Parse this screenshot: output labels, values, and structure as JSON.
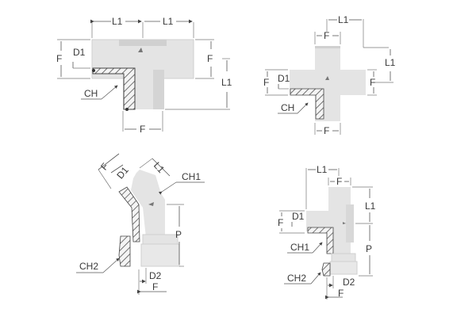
{
  "colors": {
    "body_fill": "#e4e4e4",
    "body_shade": "#d2d2d2",
    "hatch": "#555555",
    "dim_line": "#555555",
    "text": "#3a3a3a",
    "background": "#ffffff"
  },
  "figures": [
    {
      "id": "tee",
      "labels": {
        "l1_left": "L1",
        "l1_right": "L1",
        "f_left": "F",
        "d1": "D1",
        "f_right": "F",
        "l1_vert": "L1",
        "ch": "CH",
        "f_bottom": "F"
      }
    },
    {
      "id": "cross",
      "labels": {
        "l1_top": "L1",
        "f_top": "F",
        "l1_vert": "L1",
        "d1": "D1",
        "f_left": "F",
        "f_right": "F",
        "ch": "CH",
        "f_bottom": "F"
      }
    },
    {
      "id": "elbow-45-swivel",
      "labels": {
        "f": "F",
        "d1": "D1",
        "l1": "L1",
        "ch1": "CH1",
        "p": "P",
        "ch2": "CH2",
        "d2": "D2",
        "f_bottom": "F"
      }
    },
    {
      "id": "branch-tee-swivel",
      "labels": {
        "l1_top": "L1",
        "f_top": "F",
        "l1_vert": "L1",
        "d1": "D1",
        "f_left": "F",
        "ch1": "CH1",
        "p": "P",
        "ch2": "CH2",
        "d2": "D2",
        "f_bottom": "F"
      }
    }
  ]
}
